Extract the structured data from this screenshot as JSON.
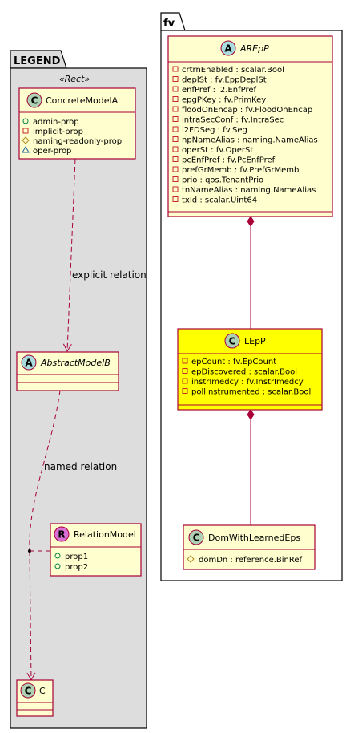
{
  "legend": {
    "title": "LEGEND",
    "stereotype": "«Rect»",
    "classes": {
      "concrete": {
        "icon": "C",
        "name": "ConcreteModelA",
        "attrs": [
          {
            "vis": "+",
            "text": "admin-prop"
          },
          {
            "vis": "-",
            "text": "implicit-prop"
          },
          {
            "vis": "#",
            "text": "naming-readonly-prop"
          },
          {
            "vis": "~",
            "text": "oper-prop"
          }
        ]
      },
      "abstract": {
        "icon": "A",
        "name": "AbstractModelB"
      },
      "relation": {
        "icon": "R",
        "name": "RelationModel",
        "attrs": [
          {
            "vis": "+",
            "text": "prop1"
          },
          {
            "vis": "+",
            "text": "prop2"
          }
        ]
      },
      "c": {
        "icon": "C",
        "name": "C"
      }
    },
    "edges": {
      "explicit": "explicit relation",
      "named": "named relation"
    }
  },
  "fv": {
    "title": "fv",
    "classes": {
      "arepp": {
        "icon": "A",
        "name": "AREpP",
        "attrs": [
          "crtrnEnabled : scalar.Bool",
          "deplSt : fv.EppDeplSt",
          "enfPref : l2.EnfPref",
          "epgPKey : fv.PrimKey",
          "floodOnEncap : fv.FloodOnEncap",
          "intraSecConf : fv.IntraSec",
          "l2FDSeg : fv.Seg",
          "npNameAlias : naming.NameAlias",
          "operSt : fv.OperSt",
          "pcEnfPref : fv.PcEnfPref",
          "prefGrMemb : fv.PrefGrMemb",
          "prio : qos.TenantPrio",
          "tnNameAlias : naming.NameAlias",
          "txId : scalar.Uint64"
        ]
      },
      "lepp": {
        "icon": "C",
        "name": "LEpP",
        "attrs": [
          "epCount : fv.EpCount",
          "epDiscovered : scalar.Bool",
          "instrImedcy : fv.InstrImedcy",
          "pollInstrumented : scalar.Bool"
        ]
      },
      "dom": {
        "icon": "C",
        "name": "DomWithLearnedEps",
        "attrs": [
          {
            "vis": "#",
            "text": "domDn : reference.BinRef"
          }
        ]
      }
    }
  },
  "colors": {
    "classFill": "#FEFECE",
    "border": "#A80036",
    "highlight": "#FFFF00",
    "packageFill": "#DDDDDD",
    "iconC": "#ADD1B2",
    "iconA": "#A9DCDF",
    "iconR": "#DA70D6",
    "visPublic": "#038048",
    "visPrivate": "#C82930",
    "visProtected": "#B38D22",
    "visPackage": "#1963A0"
  }
}
